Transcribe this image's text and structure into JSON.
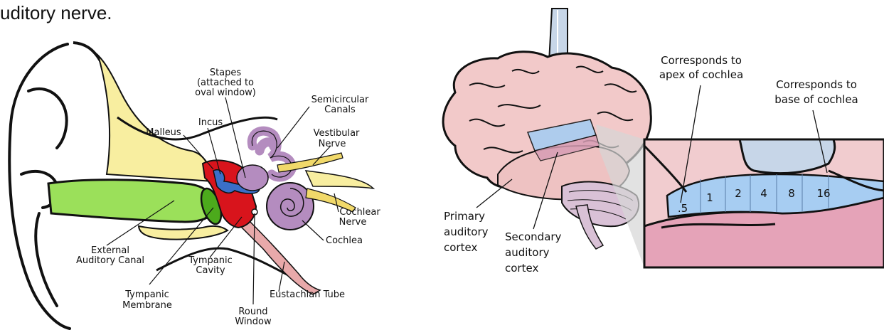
{
  "caption": "uditory nerve.",
  "ear": {
    "labels": {
      "stapes_line1": "Stapes",
      "stapes_line2": "(attached to",
      "stapes_line3": "oval window)",
      "incus": "Incus",
      "malleus": "Malleus",
      "semicircular_line1": "Semicircular",
      "semicircular_line2": "Canals",
      "vestibular_line1": "Vestibular",
      "vestibular_line2": "Nerve",
      "cochlear_nerve_line1": "Cochlear",
      "cochlear_nerve_line2": "Nerve",
      "cochlea": "Cochlea",
      "external_line1": "External",
      "external_line2": "Auditory Canal",
      "tympanic_cavity_line1": "Tympanic",
      "tympanic_cavity_line2": "Cavity",
      "eustachian": "Eustachian Tube",
      "tympanic_membrane_line1": "Tympanic",
      "tympanic_membrane_line2": "Membrane",
      "round_window_line1": "Round",
      "round_window_line2": "Window"
    }
  },
  "brain": {
    "labels": {
      "apex_line1": "Corresponds to",
      "apex_line2": "apex of cochlea",
      "base_line1": "Corresponds to",
      "base_line2": "base of cochlea",
      "primary_line1": "Primary",
      "primary_line2": "auditory",
      "primary_line3": "cortex",
      "secondary_line1": "Secondary",
      "secondary_line2": "auditory",
      "secondary_line3": "cortex"
    },
    "frequency_bands": [
      ".5",
      "1",
      "2",
      "4",
      "8",
      "16"
    ]
  },
  "colors": {
    "canal_green": "#9be05a",
    "membrane_green": "#4caa1c",
    "bone_yellow": "#f8eea0",
    "cavity_red": "#d8141c",
    "ossicle_blue": "#3a6fc8",
    "labyrinth_purple": "#b48cbf",
    "tube_pink": "#e8a9aa",
    "brain_pink": "#f2c9c9",
    "cortex_blue": "#a7cdf2",
    "inset_pink": "#e5a3b8"
  }
}
